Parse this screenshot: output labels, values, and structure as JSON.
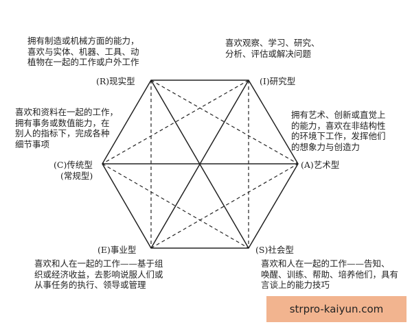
{
  "types": {
    "R": {
      "label": "(R)现实型",
      "desc": [
        "拥有制造或机械方面的能力，",
        "喜欢与实体、机器、工具、动",
        "植物在一起的工作或户外工作"
      ]
    },
    "I": {
      "label": "(I)研究型",
      "desc": [
        "喜欢观察、学习、研究、",
        "分析、评估或解决问题"
      ]
    },
    "A": {
      "label": "(A)艺术型",
      "desc": [
        "拥有艺术、创新或直觉上",
        "的能力，喜欢在非结构性",
        "的环境下工作，发挥他们",
        "的想象力与创造力"
      ]
    },
    "S": {
      "label": "(S)社会型",
      "desc": [
        "喜欢和人在一起的工作——告知、",
        "唤醒、训练、帮助、培养他们，具有",
        "言谈上的能力技巧"
      ]
    },
    "E": {
      "label": "(E)事业型",
      "desc": [
        "喜欢和人在一起的工作——基于组",
        "织或经济收益，去影响说服人们或",
        "从事任务的执行、领导或管理"
      ]
    },
    "C": {
      "label": "(C)传统型",
      "sublabel": "(常规型)",
      "desc": [
        "喜欢和资料在一起的工作，",
        "拥有事务或数值能力，在",
        "别人的指标下，完成各种",
        "细节事项"
      ]
    }
  },
  "watermark": "strpro-kaiyun.com"
}
